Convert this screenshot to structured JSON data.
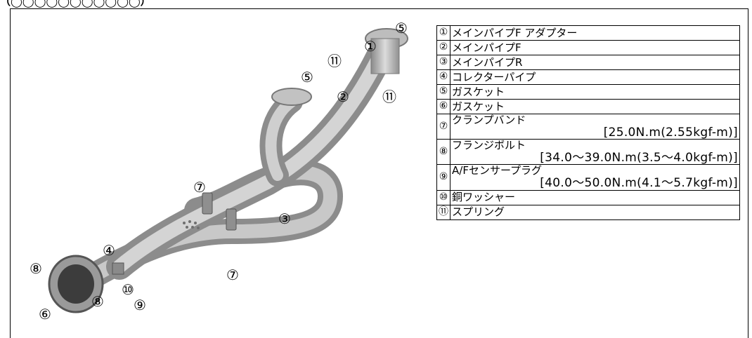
{
  "header_text": "（◯◯◯◯◯◯◯◯◯◯◯）",
  "callouts": {
    "c1": "①",
    "c2": "②",
    "c3": "③",
    "c4": "④",
    "c5a": "⑤",
    "c5b": "⑤",
    "c6": "⑥",
    "c7a": "⑦",
    "c7b": "⑦",
    "c8a": "⑧",
    "c8b": "⑧",
    "c9": "⑨",
    "c10": "⑩",
    "c11a": "⑪",
    "c11b": "⑪"
  },
  "parts": [
    {
      "num": "①",
      "name": "メインパイプF アダプター",
      "torque": ""
    },
    {
      "num": "②",
      "name": "メインパイプF",
      "torque": ""
    },
    {
      "num": "③",
      "name": "メインパイプR",
      "torque": ""
    },
    {
      "num": "④",
      "name": "コレクターパイプ",
      "torque": ""
    },
    {
      "num": "⑤",
      "name": "ガスケット",
      "torque": ""
    },
    {
      "num": "⑥",
      "name": "ガスケット",
      "torque": ""
    },
    {
      "num": "⑦",
      "name": "クランプバンド",
      "torque": "[25.0N.m(2.55kgf-m)]"
    },
    {
      "num": "⑧",
      "name": "フランジボルト",
      "torque": "[34.0～39.0N.m(3.5～4.0kgf-m)]"
    },
    {
      "num": "⑨",
      "name": "A/Fセンサープラグ",
      "torque": "[40.0～50.0N.m(4.1～5.7kgf-m)]"
    },
    {
      "num": "⑩",
      "name": "銅ワッシャー",
      "torque": ""
    },
    {
      "num": "⑪",
      "name": "スプリング",
      "torque": ""
    }
  ]
}
